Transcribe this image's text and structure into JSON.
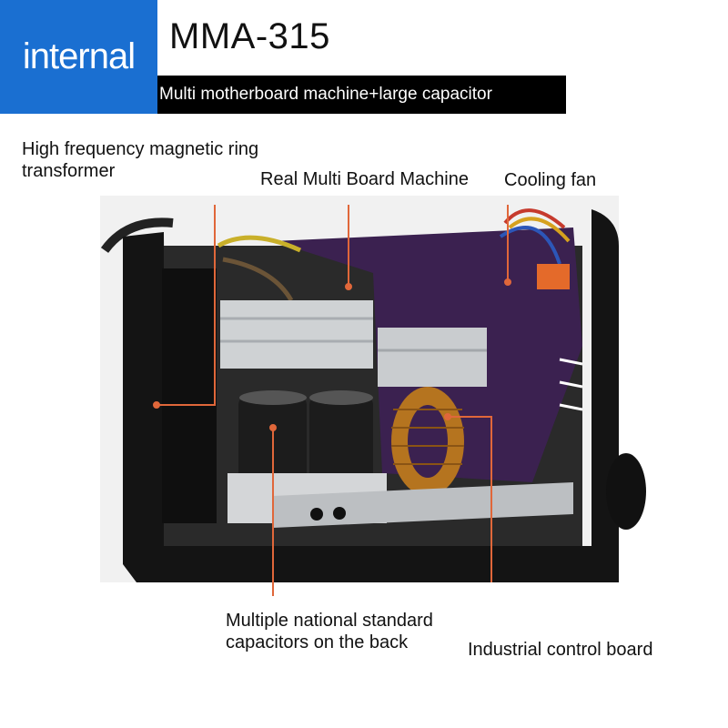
{
  "header": {
    "badge_text": "internal",
    "model": "MMA-315",
    "subtitle": "Multi motherboard machine+large capacitor"
  },
  "labels": {
    "transformer": "High frequency magnetic ring transformer",
    "board": "Real Multi Board Machine",
    "fan": "Cooling fan",
    "capacitors": "Multiple national standard capacitors on the back",
    "control": "Industrial control board"
  },
  "colors": {
    "badge": "#1a6fd1",
    "leader": "#e0673a",
    "pcb": "#3b2150",
    "case": "#141414"
  }
}
